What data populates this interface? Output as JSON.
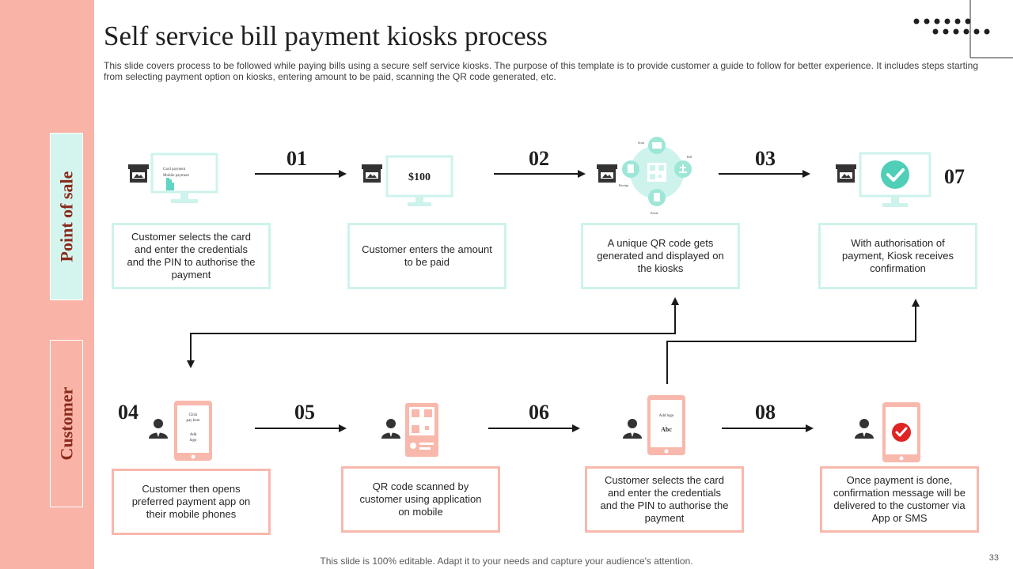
{
  "title": "Self service bill payment kiosks process",
  "description": "This slide covers process to be followed while paying bills using a secure self service kiosks. The purpose of this template is to provide customer a guide to follow for better experience. It includes steps starting from selecting payment option on kiosks, entering amount to be paid, scanning the QR code generated, etc.",
  "lanes": {
    "pos": "Point of sale",
    "customer": "Customer"
  },
  "steps": {
    "s01": "01",
    "s02": "02",
    "s03": "03",
    "s04": "04",
    "s05": "05",
    "s06": "06",
    "s07": "07",
    "s08": "08"
  },
  "boxes": {
    "pos1": "Customer selects the card and enter the credentials and the PIN to authorise  the payment",
    "pos2": "Customer enters the amount to be paid",
    "pos3": "A unique QR code gets generated and displayed on the kiosks",
    "pos4": "With authorisation of payment, Kiosk receives confirmation",
    "cust1": "Customer then opens preferred payment app on their mobile phones",
    "cust2": "QR code scanned by customer using application on mobile",
    "cust3": "Customer selects the card and enter the credentials and the PIN to authorise the payment",
    "cust4": "Once payment is done, confirmation message will be delivered  to the customer via App or SMS"
  },
  "icon_text": {
    "card_payment": "Card payment",
    "mobile_payment": "Mobile payment",
    "amount": "$100",
    "qr_top": "Scan",
    "qr_right": "Bill",
    "qr_left": "Receipt",
    "qr_bottom": "Kiosk",
    "phone1_line1": "Click",
    "phone1_line2": "pay here",
    "phone1_line3": "Add",
    "phone1_line4": "logo",
    "phone3_line1": "Add logo",
    "phone3_line2": "Abc"
  },
  "footer": "This slide is 100% editable. Adapt it to your needs and capture your audience's attention.",
  "page_number": "33",
  "colors": {
    "mint": "#cdf3ec",
    "pink": "#f8b8ac",
    "accent_red": "#e02424",
    "sidebar": "#f9b4a7"
  }
}
